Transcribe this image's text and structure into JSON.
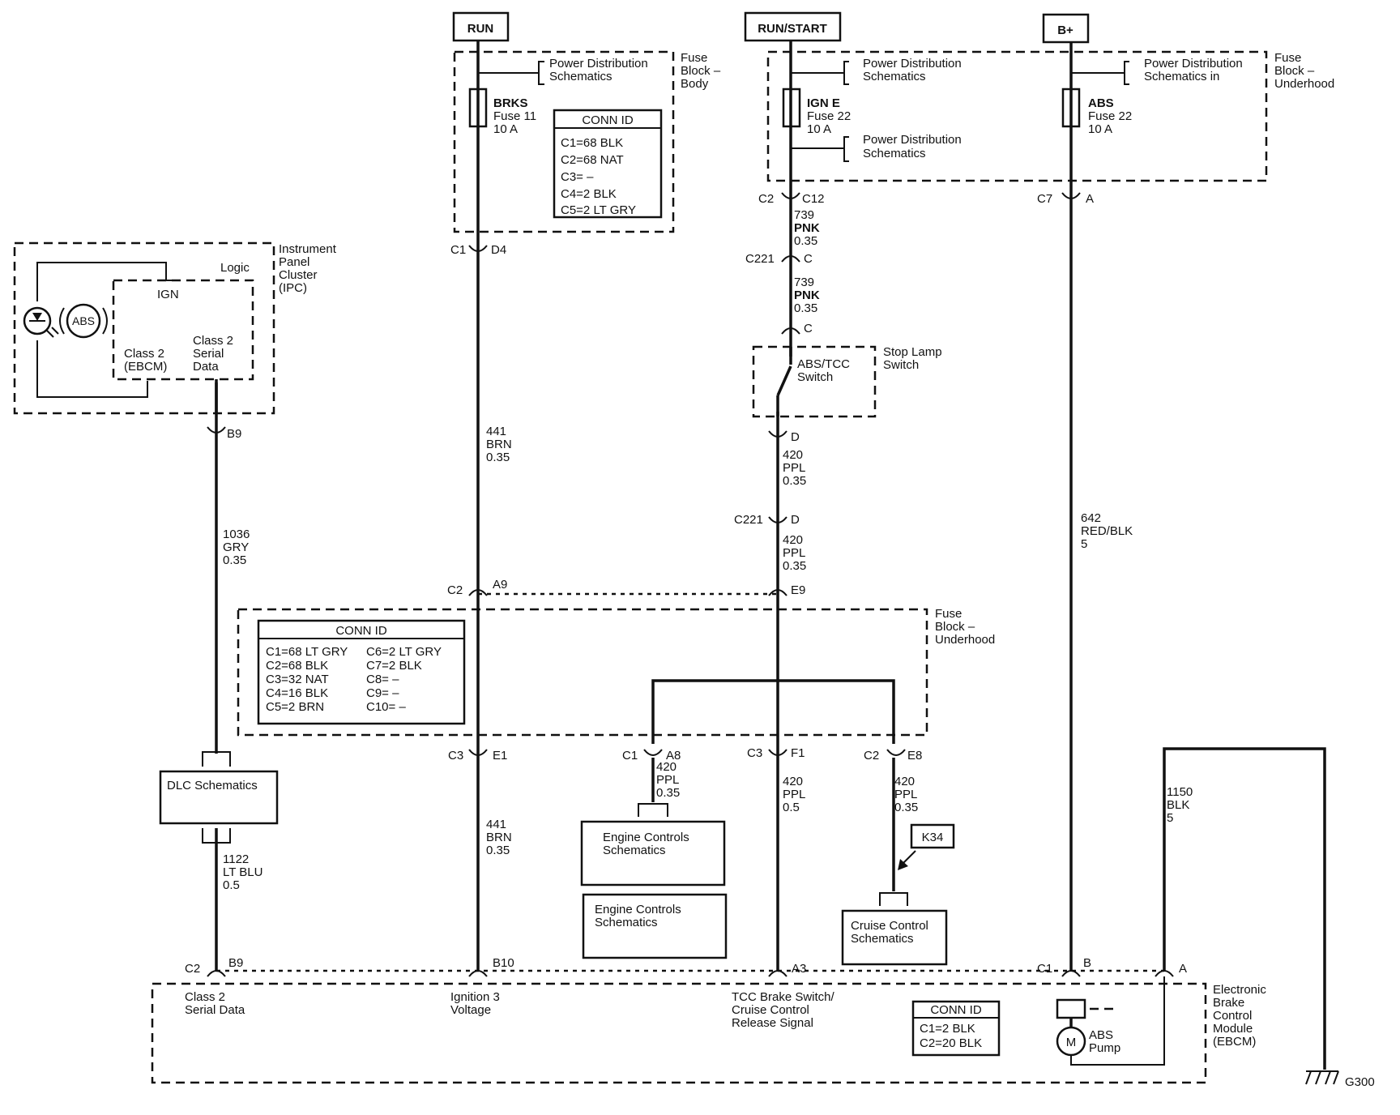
{
  "sources": {
    "run": "RUN",
    "run_start": "RUN/START",
    "b_plus": "B+"
  },
  "fuse_block_body": {
    "label": [
      "Fuse",
      "Block –",
      "Body"
    ],
    "pds": [
      "Power Distribution",
      "Schematics"
    ],
    "fuse": [
      "BRKS",
      "Fuse 11",
      "10 A"
    ],
    "conn_id": {
      "title": "CONN ID",
      "rows": [
        "C1=68 BLK",
        "C2=68 NAT",
        "C3= –",
        "C4=2 BLK",
        "C5=2 LT GRY"
      ]
    }
  },
  "fuse_block_underhood_top": {
    "label": [
      "Fuse",
      "Block –",
      "Underhood"
    ],
    "pds_1": [
      "Power Distribution",
      "Schematics"
    ],
    "pds_2": [
      "Power Distribution",
      "Schematics"
    ],
    "pds_3": [
      "Power Distribution",
      "Schematics in"
    ],
    "fuse_ign": [
      "IGN E",
      "Fuse 22",
      "10 A"
    ],
    "fuse_abs": [
      "ABS",
      "Fuse 22",
      "10 A"
    ]
  },
  "ipc": {
    "label": [
      "Instrument",
      "Panel",
      "Cluster",
      "(IPC)"
    ],
    "logic": "Logic",
    "ign": "IGN",
    "abs": "ABS",
    "class2_ebcm": [
      "Class 2",
      "(EBCM)"
    ],
    "class2_serial": [
      "Class 2",
      "Serial",
      "Data"
    ]
  },
  "connectors": {
    "c1": "C1",
    "d4": "D4",
    "c2": "C2",
    "c12": "C12",
    "c7": "C7",
    "a": "A",
    "c221": "C221",
    "c": "C",
    "d": "D",
    "b9": "B9",
    "a9": "A9",
    "e9": "E9",
    "c3": "C3",
    "e1": "E1",
    "a8": "A8",
    "f1": "F1",
    "e8": "E8",
    "b10": "B10",
    "a3": "A3",
    "b": "B"
  },
  "wires": {
    "w739": [
      "739",
      "PNK",
      "0.35"
    ],
    "w441": [
      "441",
      "BRN",
      "0.35"
    ],
    "w420": [
      "420",
      "PPL",
      "0.35"
    ],
    "w420b": [
      "420",
      "PPL",
      "0.5"
    ],
    "w1036": [
      "1036",
      "GRY",
      "0.35"
    ],
    "w1122": [
      "1122",
      "LT BLU",
      "0.5"
    ],
    "w642": [
      "642",
      "RED/BLK",
      "5"
    ],
    "w1150": [
      "1150",
      "BLK",
      "5"
    ]
  },
  "stop_lamp": {
    "label": [
      "Stop Lamp",
      "Switch"
    ],
    "switch": [
      "ABS/TCC",
      "Switch"
    ]
  },
  "fuse_block_underhood_mid": {
    "label": [
      "Fuse",
      "Block –",
      "Underhood"
    ],
    "conn_id": {
      "title": "CONN ID",
      "left": [
        "C1=68 LT GRY",
        "C2=68 BLK",
        "C3=32 NAT",
        "C4=16 BLK",
        "C5=2 BRN"
      ],
      "right": [
        "C6=2 LT GRY",
        "C7=2 BLK",
        "C8= –",
        "C9= –",
        "C10= –"
      ]
    }
  },
  "boxes": {
    "dlc": "DLC Schematics",
    "engine1": [
      "Engine Controls",
      "Schematics"
    ],
    "engine2": [
      "Engine Controls",
      "Schematics"
    ],
    "cruise": [
      "Cruise Control",
      "Schematics"
    ],
    "k34": "K34"
  },
  "ebcm": {
    "label": [
      "Electronic",
      "Brake",
      "Control",
      "Module",
      "(EBCM)"
    ],
    "serial": [
      "Class 2",
      "Serial Data"
    ],
    "ign3": [
      "Ignition 3",
      "Voltage"
    ],
    "tcc": [
      "TCC Brake Switch/",
      "Cruise Control",
      "Release Signal"
    ],
    "conn_id": {
      "title": "CONN ID",
      "rows": [
        "C1=2 BLK",
        "C2=20 BLK"
      ]
    },
    "pump": [
      "ABS",
      "Pump"
    ],
    "motor": "M"
  },
  "ground": "G300"
}
